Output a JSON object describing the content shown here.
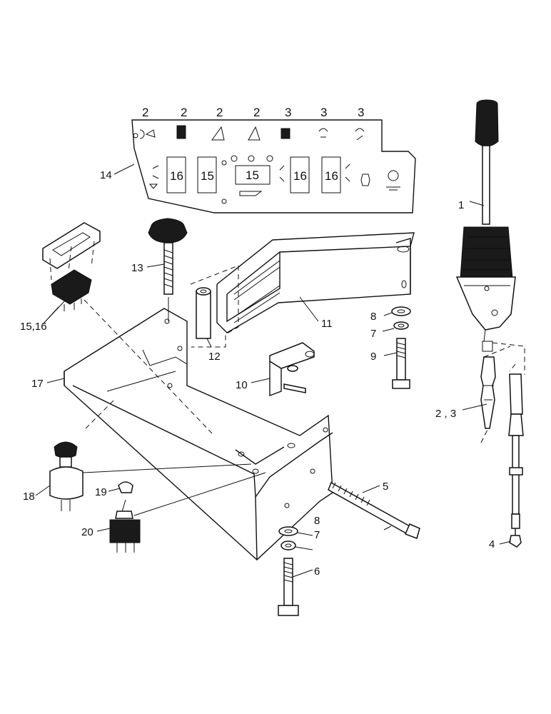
{
  "callouts": {
    "c1": "1",
    "c2_3": "2 , 3",
    "c4": "4",
    "c5": "5",
    "c6": "6",
    "c7_top": "7",
    "c7_bottom": "7",
    "c8_top": "8",
    "c8_bottom": "8",
    "c9": "9",
    "c10": "10",
    "c11": "11",
    "c12": "12",
    "c13": "13",
    "c14": "14",
    "c15_16": "15,16",
    "c17": "17",
    "c18": "18",
    "c19": "19",
    "c20": "20"
  },
  "panel": {
    "top_labels": [
      "2",
      "2",
      "2",
      "2",
      "3",
      "3",
      "3"
    ],
    "slots": [
      "16",
      "15",
      "15",
      "16",
      "16"
    ]
  }
}
